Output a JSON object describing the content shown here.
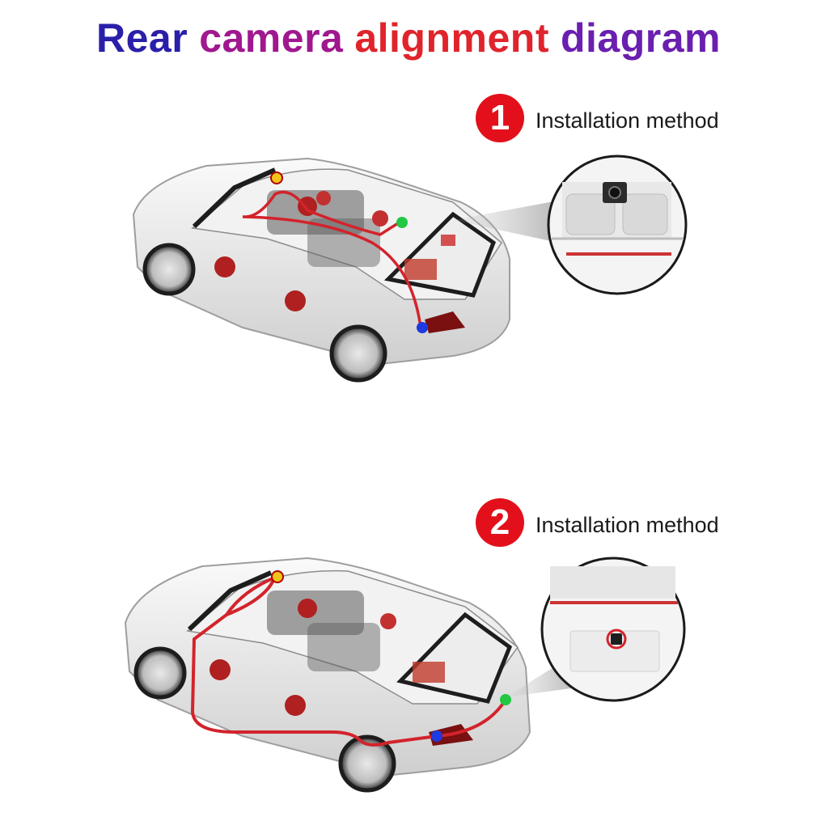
{
  "title": {
    "words": [
      {
        "text": "Rear",
        "color": "#2a1fa8"
      },
      {
        "text": "camera",
        "color": "#a0178f"
      },
      {
        "text": "alignment",
        "color": "#e0242c"
      },
      {
        "text": "diagram",
        "color": "#6a1fb0"
      }
    ]
  },
  "steps": [
    {
      "number": "1",
      "label": "Installation method"
    },
    {
      "number": "2",
      "label": "Installation method"
    }
  ],
  "colors": {
    "badge": "#e3101b",
    "cable": "#d3232b",
    "node_yellow": "#f0c419",
    "node_green": "#22c742",
    "node_blue": "#1f3ae0"
  },
  "icons": [
    "car-cutaway-1",
    "car-cutaway-2",
    "rear-camera-detail-1",
    "rear-camera-detail-2"
  ]
}
